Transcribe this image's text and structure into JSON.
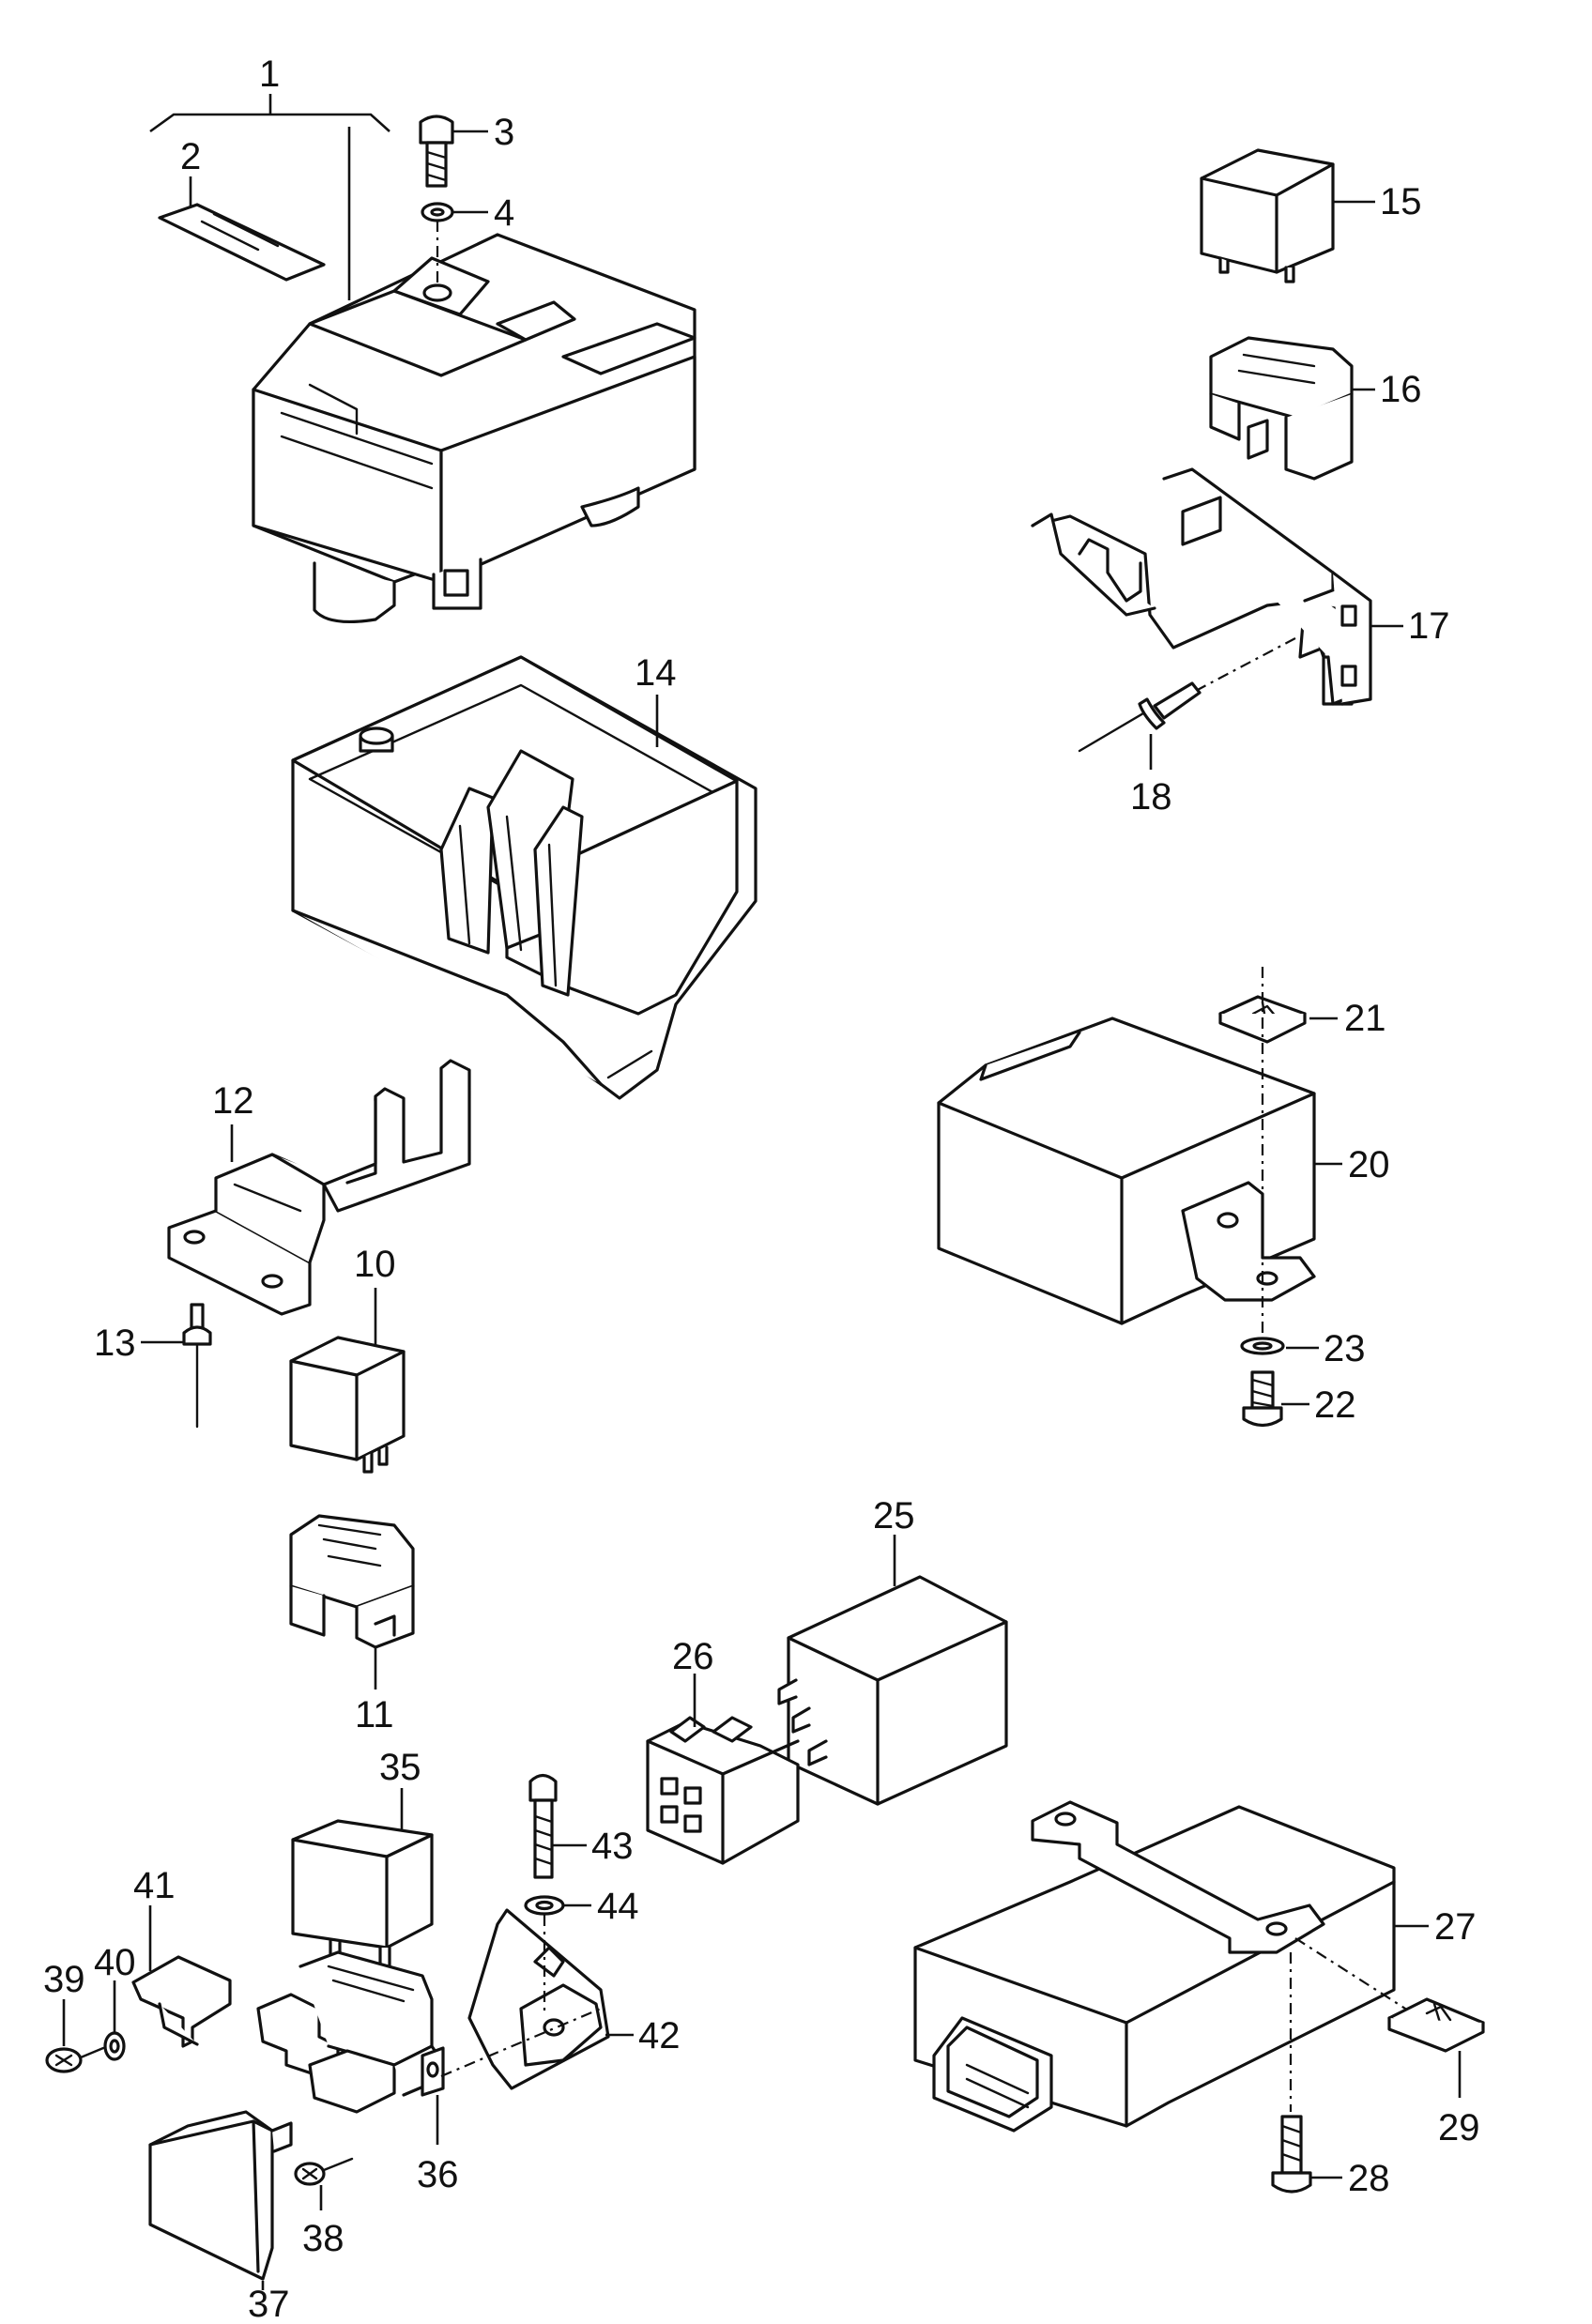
{
  "diagram": {
    "labels": [
      "1",
      "2",
      "3",
      "4",
      "10",
      "11",
      "12",
      "13",
      "14",
      "15",
      "16",
      "17",
      "18",
      "20",
      "21",
      "22",
      "23",
      "25",
      "26",
      "27",
      "28",
      "29",
      "35",
      "36",
      "37",
      "38",
      "39",
      "40",
      "41",
      "42",
      "43",
      "44"
    ]
  }
}
